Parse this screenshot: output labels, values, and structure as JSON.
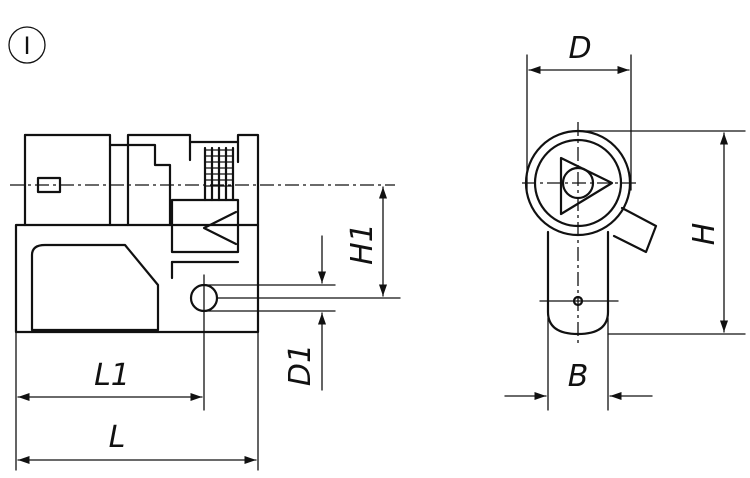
{
  "view_marker": "I",
  "dimensions": {
    "L": "L",
    "L1": "L1",
    "H1": "H1",
    "D1": "D1",
    "D": "D",
    "H": "H",
    "B": "B"
  },
  "colors": {
    "line": "#111111",
    "background": "#ffffff"
  }
}
